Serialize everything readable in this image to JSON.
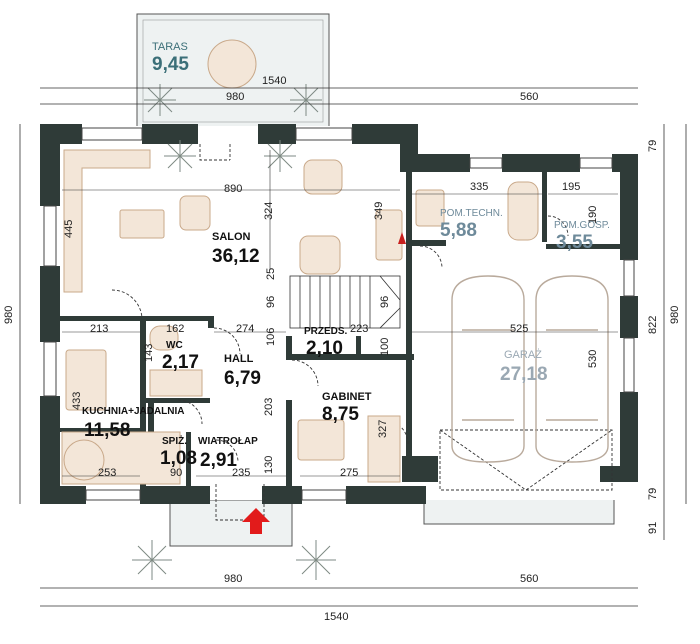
{
  "colors": {
    "wall": "#2f3b38",
    "floor": "#ffffff",
    "outdoor": "#eef2f2",
    "furniture": "#f3e6d8",
    "furniture_stroke": "#c9a98a",
    "dim": "#333333",
    "garage_label": "#9aa8b3",
    "entrance_arrow": "#e21b1b"
  },
  "dimensions": {
    "top": {
      "left": "980",
      "span": "1540",
      "right": "560"
    },
    "bottom": {
      "left": "980",
      "total": "1540",
      "right": "560"
    },
    "left": {
      "total": "980"
    },
    "right": {
      "top": "79",
      "middle": "822",
      "bottom": "79",
      "small": "91",
      "total": "980"
    }
  },
  "inner_dimensions": {
    "salon_w": "890",
    "salon_h": "324",
    "kitchen_h": "445",
    "salon_right": "349",
    "tech_w": "335",
    "gosp_w": "195",
    "gosp_h": "190",
    "hall_w": "274",
    "kitchen_w": "213",
    "wc_w": "162",
    "wc_h": "143",
    "stair_a": "25",
    "stair_b": "96",
    "stair_c": "96",
    "stair_d": "106",
    "przed_w": "223",
    "przed_h": "100",
    "garage_w": "525",
    "garage_h": "530",
    "kitchen_v": "433",
    "kitchen_bottom": "253",
    "spiz_w": "90",
    "wiatro_w": "235",
    "wiatro_h": "130",
    "gab_h1": "203",
    "gab_w": "275",
    "gab_h2": "327"
  },
  "rooms": {
    "taras": {
      "name": "TARAS",
      "area": "9,45"
    },
    "salon": {
      "name": "SALON",
      "area": "36,12"
    },
    "pom_techn": {
      "name": "POM.TECHN.",
      "area": "5,88"
    },
    "pom_gosp": {
      "name": "POM.GOSP.",
      "area": "3,55"
    },
    "wc": {
      "name": "WC",
      "area": "2,17"
    },
    "hall": {
      "name": "HALL",
      "area": "6,79"
    },
    "przeds": {
      "name": "PRZEDS.",
      "area": "2,10"
    },
    "kuchnia": {
      "name": "KUCHNIA+JADALNIA",
      "area": "11,58"
    },
    "gabinet": {
      "name": "GABINET",
      "area": "8,75"
    },
    "garaz": {
      "name": "GARAŻ",
      "area": "27,18"
    },
    "spiz": {
      "name": "SPIŻ.",
      "area": "1,08"
    },
    "wiatrolap": {
      "name": "WIATROŁAP",
      "area": "2,91"
    }
  }
}
